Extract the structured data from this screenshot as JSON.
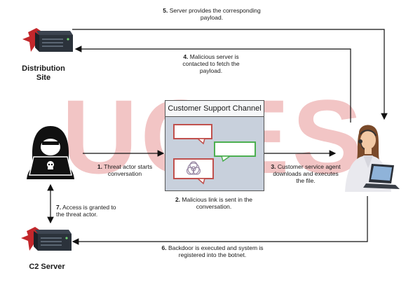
{
  "watermark": {
    "text": "UCES"
  },
  "nodes": {
    "distribution_site": {
      "title": "Distribution Site",
      "icon": "server-icon"
    },
    "c2_server": {
      "title": "C2 Server",
      "icon": "server-icon"
    },
    "threat_actor": {
      "icon": "hacker-icon"
    },
    "customer_service_agent": {
      "icon": "support-agent-icon"
    }
  },
  "channel": {
    "title": "Customer Support Channel"
  },
  "steps": {
    "s1": {
      "num": "1.",
      "text": "Threat actor starts conversation"
    },
    "s2": {
      "num": "2.",
      "text": "Malicious link is sent in the conversation."
    },
    "s3": {
      "num": "3.",
      "text": "Customer service agent downloads and executes the file."
    },
    "s4": {
      "num": "4.",
      "text": "Malicious server is contacted to fetch the payload."
    },
    "s5": {
      "num": "5.",
      "text": "Server provides the corresponding payload."
    },
    "s6": {
      "num": "6.",
      "text": "Backdoor is executed and system is registered into the botnet."
    },
    "s7": {
      "num": "7.",
      "text": "Access is granted to the threat actor."
    }
  },
  "colors": {
    "accent": "#d9342b",
    "bubble_red": "#c0504d",
    "bubble_green": "#4caf50",
    "line": "#111111"
  }
}
